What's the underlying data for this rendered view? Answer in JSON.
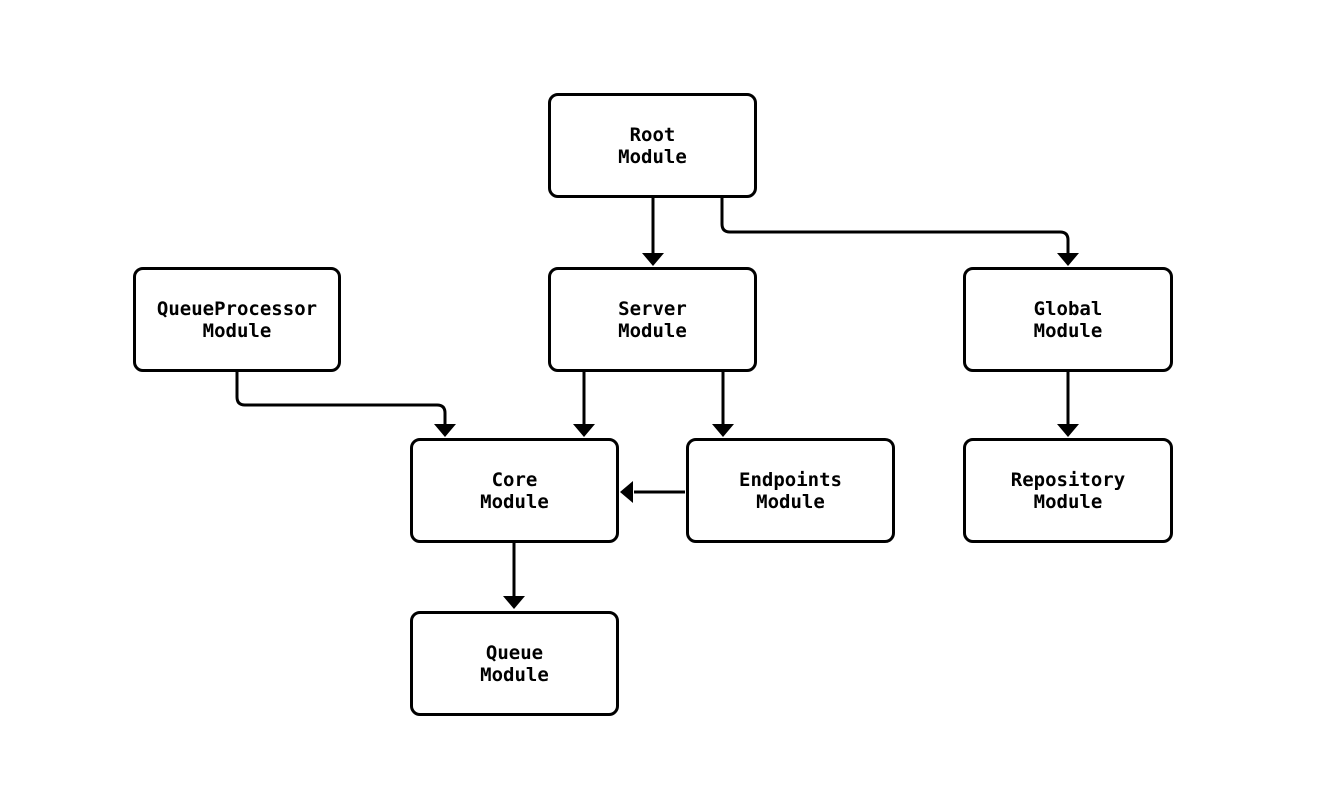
{
  "diagram": {
    "type": "module-dependency-graph",
    "background_color": "#ffffff",
    "node_fill_color": "#ffffff",
    "stroke_color": "#000000",
    "text_color": "#000000",
    "nodes": [
      {
        "id": "root",
        "line1": "Root",
        "line2": "Module"
      },
      {
        "id": "queueprocessor",
        "line1": "QueueProcessor",
        "line2": "Module"
      },
      {
        "id": "server",
        "line1": "Server",
        "line2": "Module"
      },
      {
        "id": "global",
        "line1": "Global",
        "line2": "Module"
      },
      {
        "id": "core",
        "line1": "Core",
        "line2": "Module"
      },
      {
        "id": "endpoints",
        "line1": "Endpoints",
        "line2": "Module"
      },
      {
        "id": "repository",
        "line1": "Repository",
        "line2": "Module"
      },
      {
        "id": "queue",
        "line1": "Queue",
        "line2": "Module"
      }
    ],
    "edges": [
      {
        "from": "Root Module",
        "to": "Server Module"
      },
      {
        "from": "Root Module",
        "to": "Global Module"
      },
      {
        "from": "QueueProcessor Module",
        "to": "Core Module"
      },
      {
        "from": "Server Module",
        "to": "Core Module"
      },
      {
        "from": "Server Module",
        "to": "Endpoints Module"
      },
      {
        "from": "Endpoints Module",
        "to": "Core Module"
      },
      {
        "from": "Global Module",
        "to": "Repository Module"
      },
      {
        "from": "Core Module",
        "to": "Queue Module"
      }
    ]
  }
}
